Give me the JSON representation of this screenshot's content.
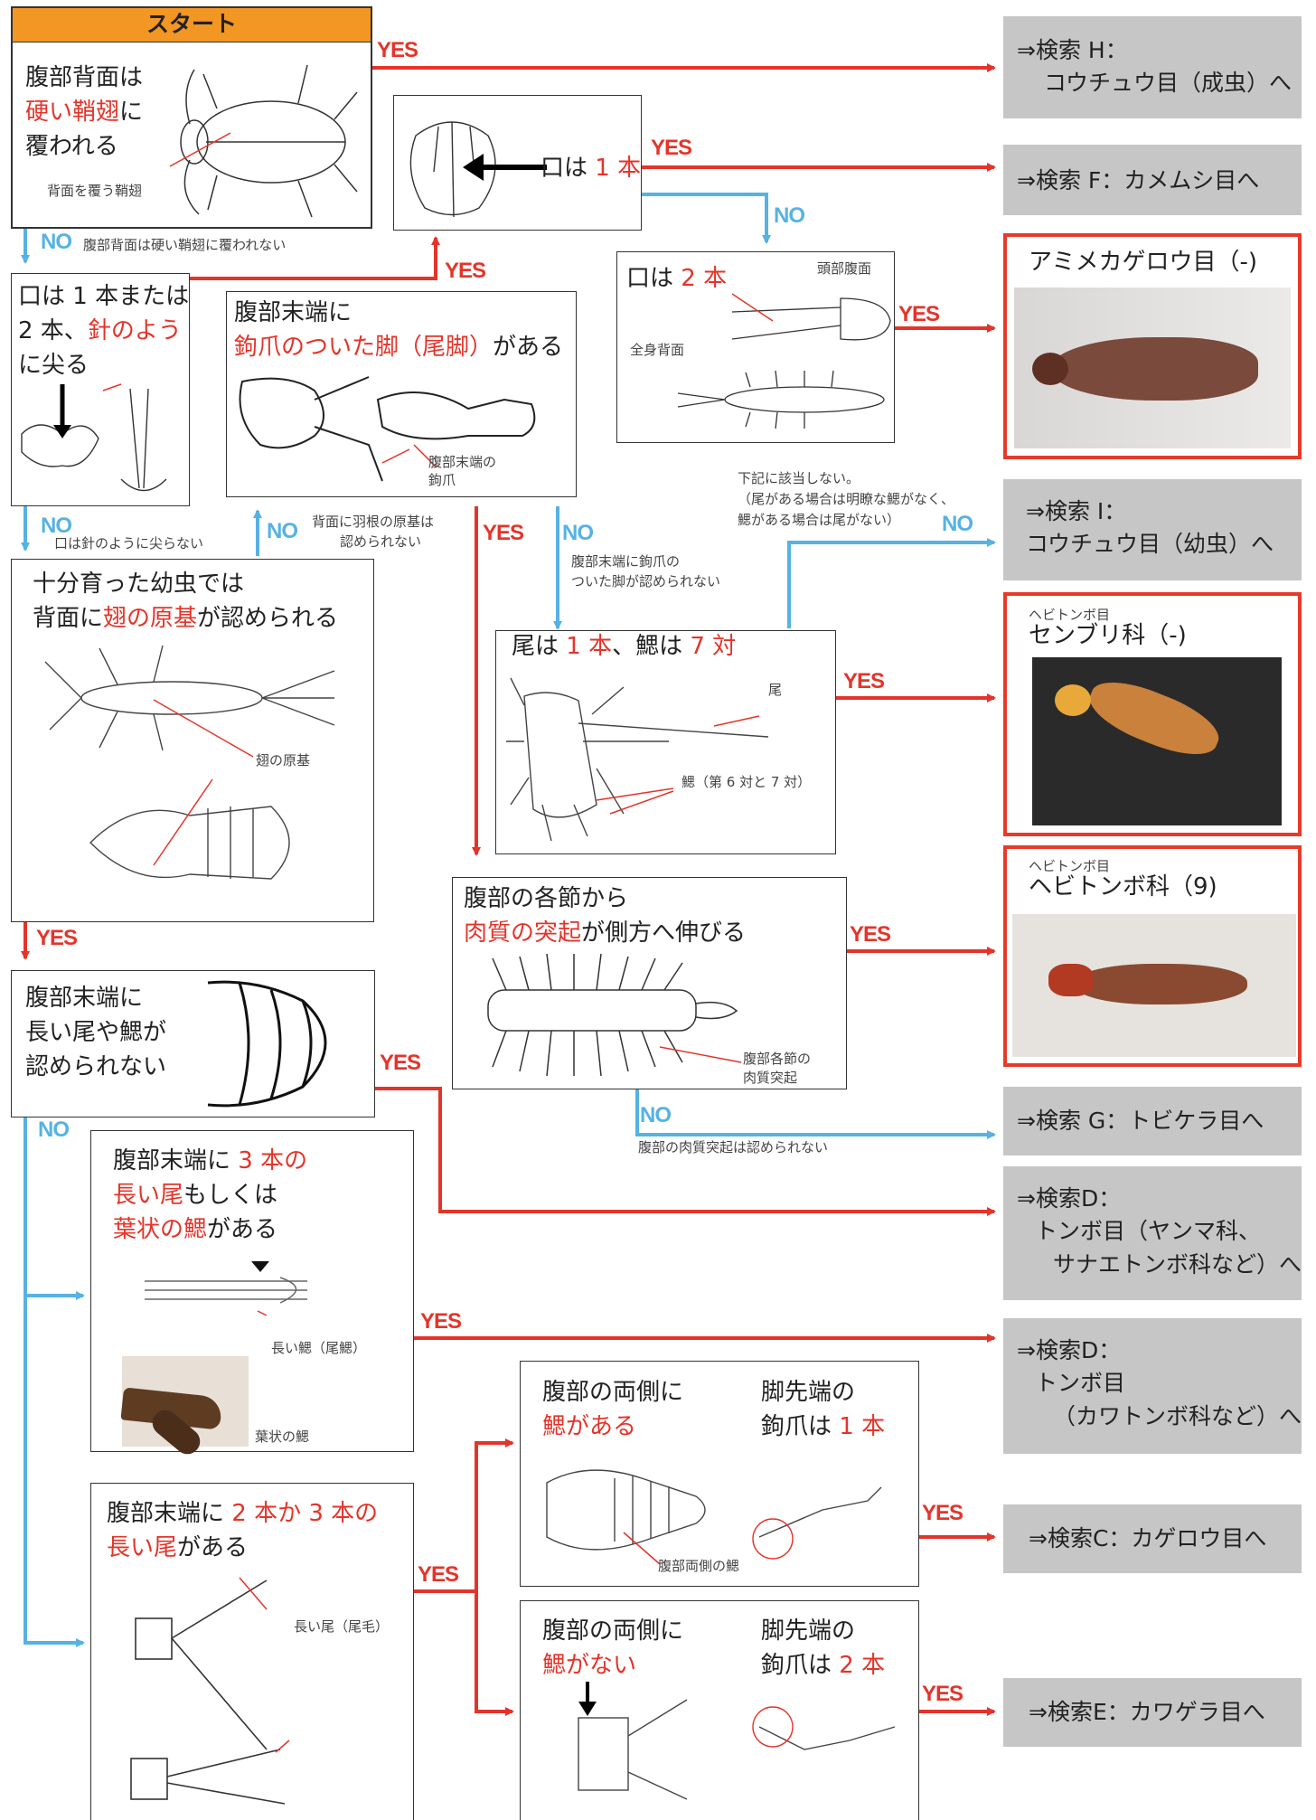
{
  "start": {
    "header": "スタート",
    "lines": [
      "腹部背面は",
      "硬い鞘翅",
      "に",
      "覆われる"
    ],
    "caption": "背面を覆う鞘翅"
  },
  "labels": {
    "yes": "YES",
    "no": "NO"
  },
  "notes": {
    "n1": "腹部背面は硬い鞘翅に覆われない",
    "n2": "口は針のように尖らない",
    "n3a": "背面に羽根の原基は",
    "n3b": "認められない",
    "n4a": "腹部末端に鉤爪の",
    "n4b": "ついた脚が認められない",
    "n5a": "下記に該当しない。",
    "n5b": "（尾がある場合は明瞭な鰓がなく、",
    "n5c": "鰓がある場合は尾がない）",
    "n6": "腹部の肉質突起は認められない"
  },
  "q_mouth": {
    "l1a": "口は 1 本または",
    "l2a": "2 本、",
    "l2b": "針のよう",
    "l3": "に尖る"
  },
  "q_mouth1": {
    "a": "口は ",
    "b": "1 本"
  },
  "q_mouth2": {
    "a": "口は ",
    "b": "2 本",
    "c1": "頭部腹面",
    "c2": "全身背面"
  },
  "q_claw": {
    "l1": "腹部末端に",
    "l2a": "鉤爪のついた脚（尾脚）",
    "l2b": "がある",
    "c1": "腹部末端の",
    "c2": "鉤爪"
  },
  "q_wingpad": {
    "l1": "十分育った幼虫では",
    "l2a": "背面に",
    "l2b": "翅の原基",
    "l2c": "が認められる",
    "cap": "翅の原基"
  },
  "q_tail1": {
    "a": "尾は ",
    "b": "1 本",
    "c": "、鰓は ",
    "d": "7 対",
    "cap1": "尾",
    "cap2": "鰓（第 6 対と 7 対）"
  },
  "q_fleshy": {
    "l1": "腹部の各節から",
    "l2a": "肉質の突起",
    "l2b": "が側方へ伸びる",
    "c1": "腹部各節の",
    "c2": "肉質突起"
  },
  "q_notail": {
    "l1": "腹部末端に",
    "l2": "長い尾や鰓が",
    "l3": "認められない"
  },
  "q_3tails": {
    "l1a": "腹部末端に ",
    "l1b": "3 本の",
    "l2a": "長い尾",
    "l2b": "もしくは",
    "l3a": "葉状の鰓",
    "l3b": "がある",
    "c1": "長い鰓（尾鰓）",
    "c2": "葉状の鰓"
  },
  "q_23tails": {
    "l1a": "腹部末端に ",
    "l1b": "2 本か 3 本の",
    "l2a": "長い尾",
    "l2b": "がある",
    "cap": "長い尾（尾毛）"
  },
  "q_gills": {
    "l1": "腹部の両側に",
    "l2": "鰓がある",
    "r1": "脚先端の",
    "r2a": "鉤爪は ",
    "r2b": "1 本",
    "cap": "腹部両側の鰓"
  },
  "q_nogills": {
    "l1": "腹部の両側に",
    "l2": "鰓がない",
    "r1": "脚先端の",
    "r2a": "鉤爪は ",
    "r2b": "2 本"
  },
  "results": {
    "h": {
      "l1": "⇒検索 H：",
      "l2": "コウチュウ目（成虫）へ"
    },
    "f": {
      "l1": "⇒検索 F：カメムシ目へ"
    },
    "i": {
      "l1": "⇒検索 I：",
      "l2": "コウチュウ目（幼虫）へ"
    },
    "g": {
      "l1": "⇒検索 G：トビケラ目へ"
    },
    "d1": {
      "l1": "⇒検索D：",
      "l2": "トンボ目（ヤンマ科、",
      "l3": "サナエトンボ科など）へ"
    },
    "d2": {
      "l1": "⇒検索D：",
      "l2": "トンボ目",
      "l3": "（カワトンボ科など）へ"
    },
    "c": {
      "l1": "⇒検索C：カゲロウ目へ"
    },
    "e": {
      "l1": "⇒検索E：カワゲラ目へ"
    }
  },
  "photos": {
    "amime": {
      "title": "アミメカゲロウ目（-)"
    },
    "senburi": {
      "sup": "ヘビトンボ目",
      "title": "センブリ科（-)"
    },
    "hebi": {
      "sup": "ヘビトンボ目",
      "title": "ヘビトンボ科（9)"
    }
  },
  "colors": {
    "yes": "#e4342a",
    "no": "#56b2e3",
    "start": "#f29624",
    "result_bg": "#c6c6c6"
  }
}
